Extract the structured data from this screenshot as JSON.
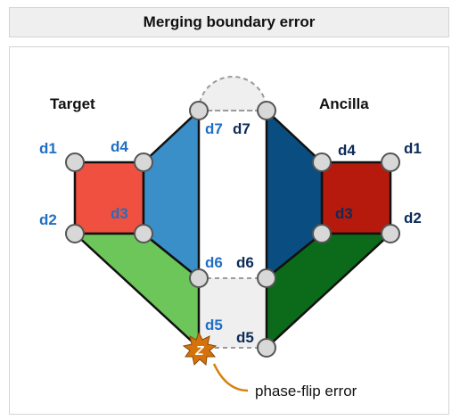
{
  "title": "Merging boundary error",
  "target_label": "Target",
  "ancilla_label": "Ancilla",
  "error_glyph": "Z",
  "error_label": "phase-flip error",
  "target_vertices": {
    "d1": "d1",
    "d2": "d2",
    "d3": "d3",
    "d4": "d4",
    "d5": "d5",
    "d6": "d6",
    "d7": "d7"
  },
  "ancilla_vertices": {
    "d1": "d1",
    "d2": "d2",
    "d3": "d3",
    "d4": "d4",
    "d5": "d5",
    "d6": "d6",
    "d7": "d7"
  },
  "colors": {
    "target_red": "#f0503f",
    "target_blue": "#3a8fc9",
    "target_green": "#6cc65a",
    "ancilla_darkred": "#b51a0c",
    "ancilla_navy": "#0a4d80",
    "ancilla_darkgreen": "#0b6b1a",
    "merge_region": "#efefef",
    "qubit_fill": "#d8d8d8",
    "error_star": "#d4720c",
    "callout": "#d4820c",
    "label_blue": "#1f6fc4",
    "label_navy": "#0d2c5a"
  }
}
